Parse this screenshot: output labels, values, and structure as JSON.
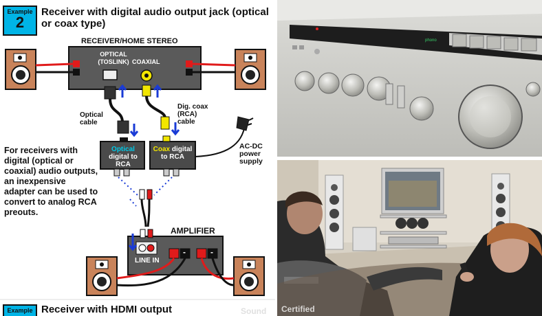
{
  "example1": {
    "badge_label": "Example",
    "badge_number": "2",
    "title_line1": "Receiver with digital audio output jack (optical",
    "title_line2": "or coax type)"
  },
  "receiver": {
    "label": "RECEIVER/HOME STEREO",
    "optical_line1": "OPTICAL",
    "optical_line2": "(TOSLINK)",
    "coaxial": "COAXIAL"
  },
  "cables": {
    "optical_line1": "Optical",
    "optical_line2": "cable",
    "coax_line1": "Dig. coax",
    "coax_line2": "(RCA)",
    "coax_line3": "cable"
  },
  "converters": {
    "optical_word": "Optical",
    "optical_rest": " digital to",
    "optical_line2": "RCA",
    "coax_word": "Coax",
    "coax_rest": " digital",
    "coax_line2": "to RCA"
  },
  "power": {
    "line1": "AC-DC",
    "line2": "power",
    "line3": "supply"
  },
  "explanation": [
    "For receivers with",
    "digital (optical or",
    "coaxial) audio outputs,",
    "an inexpensive",
    "adapter can be used to",
    "convert to analog RCA",
    "preouts."
  ],
  "amplifier": {
    "label": "AMPLIFIER",
    "line_in": "LINE IN",
    "minus": "-"
  },
  "example2": {
    "badge_label": "Example",
    "title": "Receiver with HDMI output"
  },
  "watermarks": {
    "diagram": "Sound",
    "photo": "Certified"
  },
  "photo_amp": {
    "display_text": "phono"
  },
  "colors": {
    "badge": "#00b4e6",
    "arrow_blue": "#1a3bd6",
    "speaker_wire_red": "#e01b1b",
    "coax_yellow": "#f2e600",
    "optical_cyan": "#00c8e6",
    "receiver_gray": "#555555"
  }
}
